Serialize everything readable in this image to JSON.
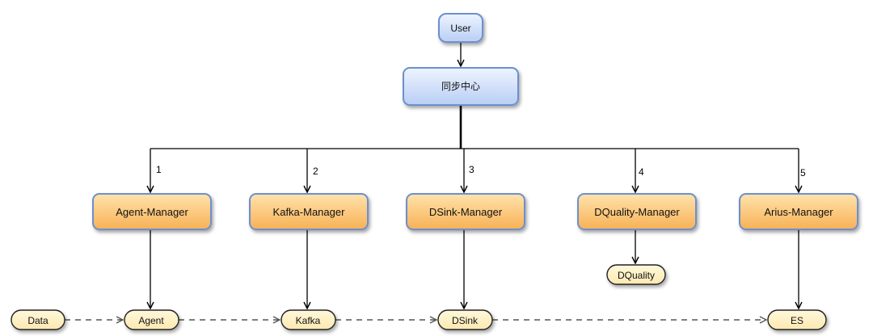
{
  "nodes": {
    "user": "User",
    "sync_center": "同步中心",
    "agent_manager": "Agent-Manager",
    "kafka_manager": "Kafka-Manager",
    "dsink_manager": "DSink-Manager",
    "dquality_manager": "DQuality-Manager",
    "arius_manager": "Arius-Manager",
    "dquality": "DQuality",
    "data": "Data",
    "agent": "Agent",
    "kafka": "Kafka",
    "dsink": "DSink",
    "es": "ES"
  },
  "edge_labels": [
    "1",
    "2",
    "3",
    "4",
    "5"
  ],
  "colors": {
    "blue_fill_top": "#e8f0ff",
    "blue_fill_bottom": "#b9cff5",
    "blue_stroke": "#6d8fd0",
    "orange_fill_top": "#ffe0a8",
    "orange_fill_bottom": "#f8b45a",
    "orange_stroke": "#6d8fd0",
    "pill_fill": "#fff2c8",
    "pill_stroke": "#222222",
    "line": "#000000",
    "dashed_line": "#666666"
  }
}
